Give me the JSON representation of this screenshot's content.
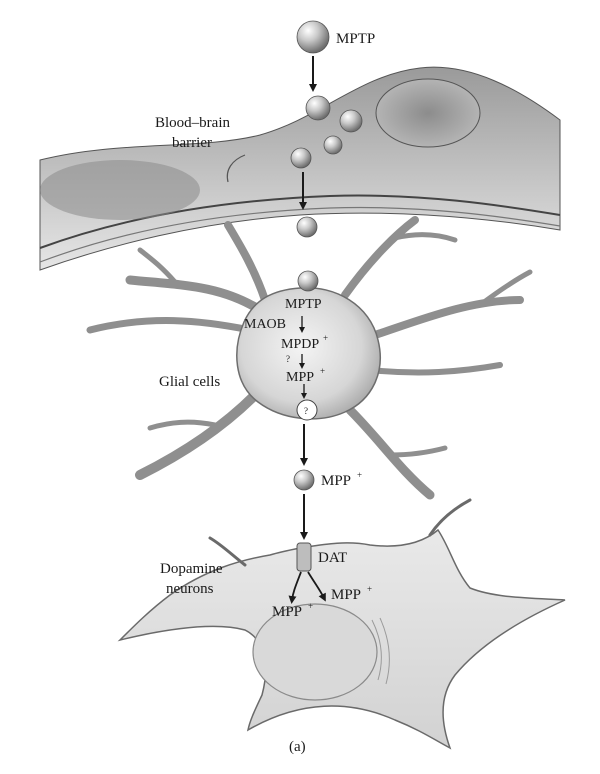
{
  "figure": {
    "panel_label": "(a)",
    "labels": {
      "mptp_top": "MPTP",
      "bbb_line1": "Blood–brain",
      "bbb_line2": "barrier",
      "glial": "Glial cells",
      "mptp_glia": "MPTP",
      "maob": "MAOB",
      "mpdp": "MPDP",
      "mpp_glia": "MPP",
      "question_left": "?",
      "question_out": "?",
      "mpp_between": "MPP",
      "dat": "DAT",
      "dopamine_line1": "Dopamine",
      "dopamine_line2": "neurons",
      "mpp_neuron_left": "MPP",
      "mpp_neuron_right": "MPP",
      "plus": "+"
    }
  }
}
